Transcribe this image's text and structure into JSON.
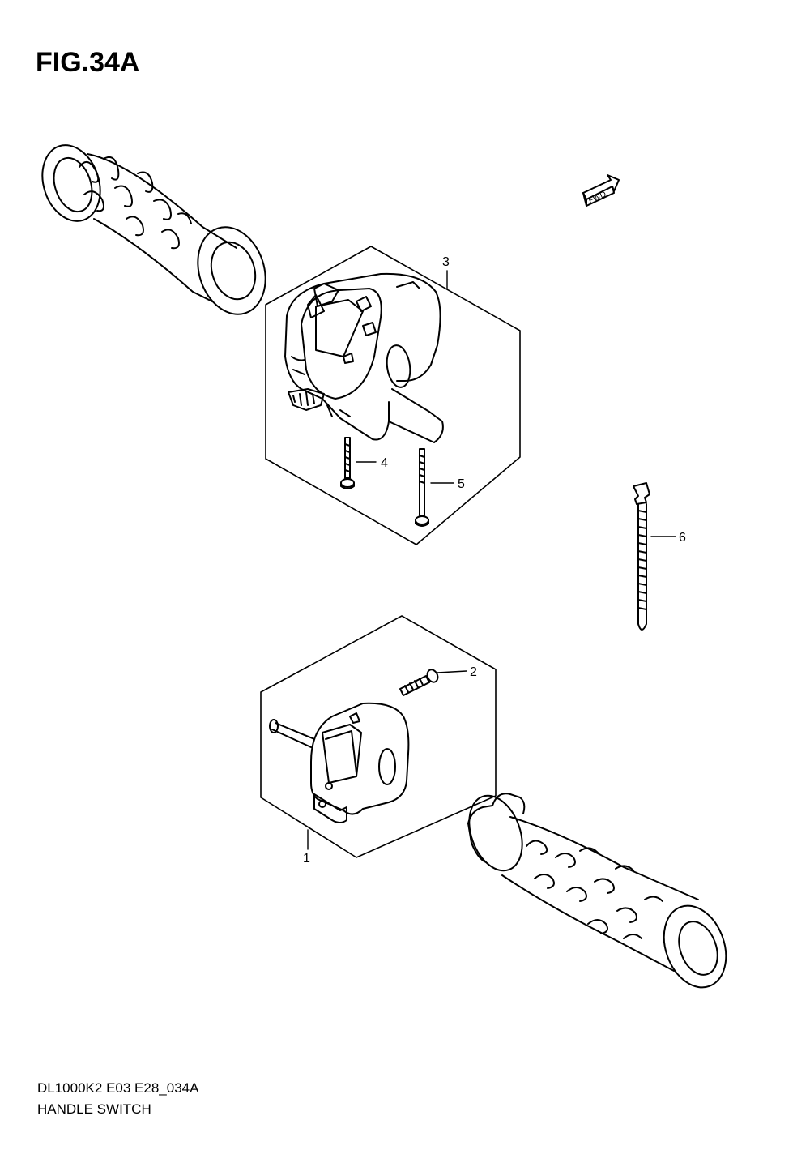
{
  "figure": {
    "title": "FIG.34A",
    "code": "DL1000K2 E03 E28_034A",
    "name": "HANDLE SWITCH"
  },
  "fwd_badge": "FWD",
  "callouts": [
    {
      "id": "1",
      "label": "1"
    },
    {
      "id": "2",
      "label": "2"
    },
    {
      "id": "3",
      "label": "3"
    },
    {
      "id": "4",
      "label": "4"
    },
    {
      "id": "5",
      "label": "5"
    },
    {
      "id": "6",
      "label": "6"
    }
  ]
}
